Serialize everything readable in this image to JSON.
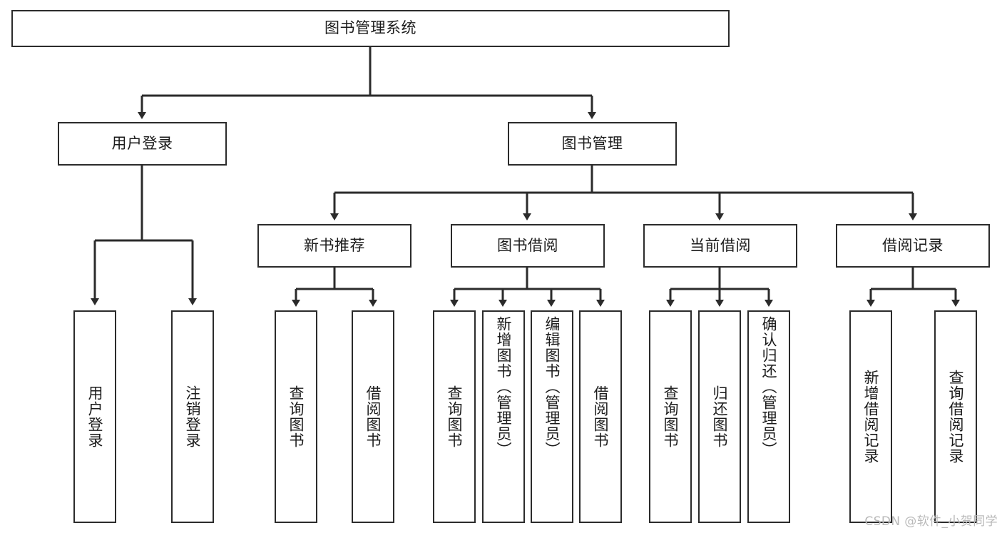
{
  "diagram": {
    "title": "图书管理系统",
    "type": "functional-structure-tree",
    "stroke_color": "#2b2b2b",
    "fill_color": "#ffffff",
    "text_color": "#1b1b1b"
  },
  "nodes": {
    "root": {
      "label": "图书管理系统"
    },
    "level1": [
      {
        "label": "用户登录"
      },
      {
        "label": "图书管理"
      }
    ],
    "level2": [
      {
        "label": "新书推荐"
      },
      {
        "label": "图书借阅"
      },
      {
        "label": "当前借阅"
      },
      {
        "label": "借阅记录"
      }
    ],
    "leaves": {
      "user_login": [
        {
          "label": "用户登录"
        },
        {
          "label": "注销登录"
        }
      ],
      "new_book_recommend": [
        {
          "label": "查询图书"
        },
        {
          "label": "借阅图书"
        }
      ],
      "book_borrow": [
        {
          "label": "查询图书"
        },
        {
          "label": "新增图书（管理员）"
        },
        {
          "label": "编辑图书（管理员）"
        },
        {
          "label": "借阅图书"
        }
      ],
      "current_borrow": [
        {
          "label": "查询图书"
        },
        {
          "label": "归还图书"
        },
        {
          "label": "确认归还（管理员）"
        }
      ],
      "borrow_record": [
        {
          "label": "新增借阅记录"
        },
        {
          "label": "查询借阅记录"
        }
      ]
    }
  },
  "watermark": {
    "text": "CSDN @软件_小贺同学",
    "color": "#b9b9b9"
  }
}
